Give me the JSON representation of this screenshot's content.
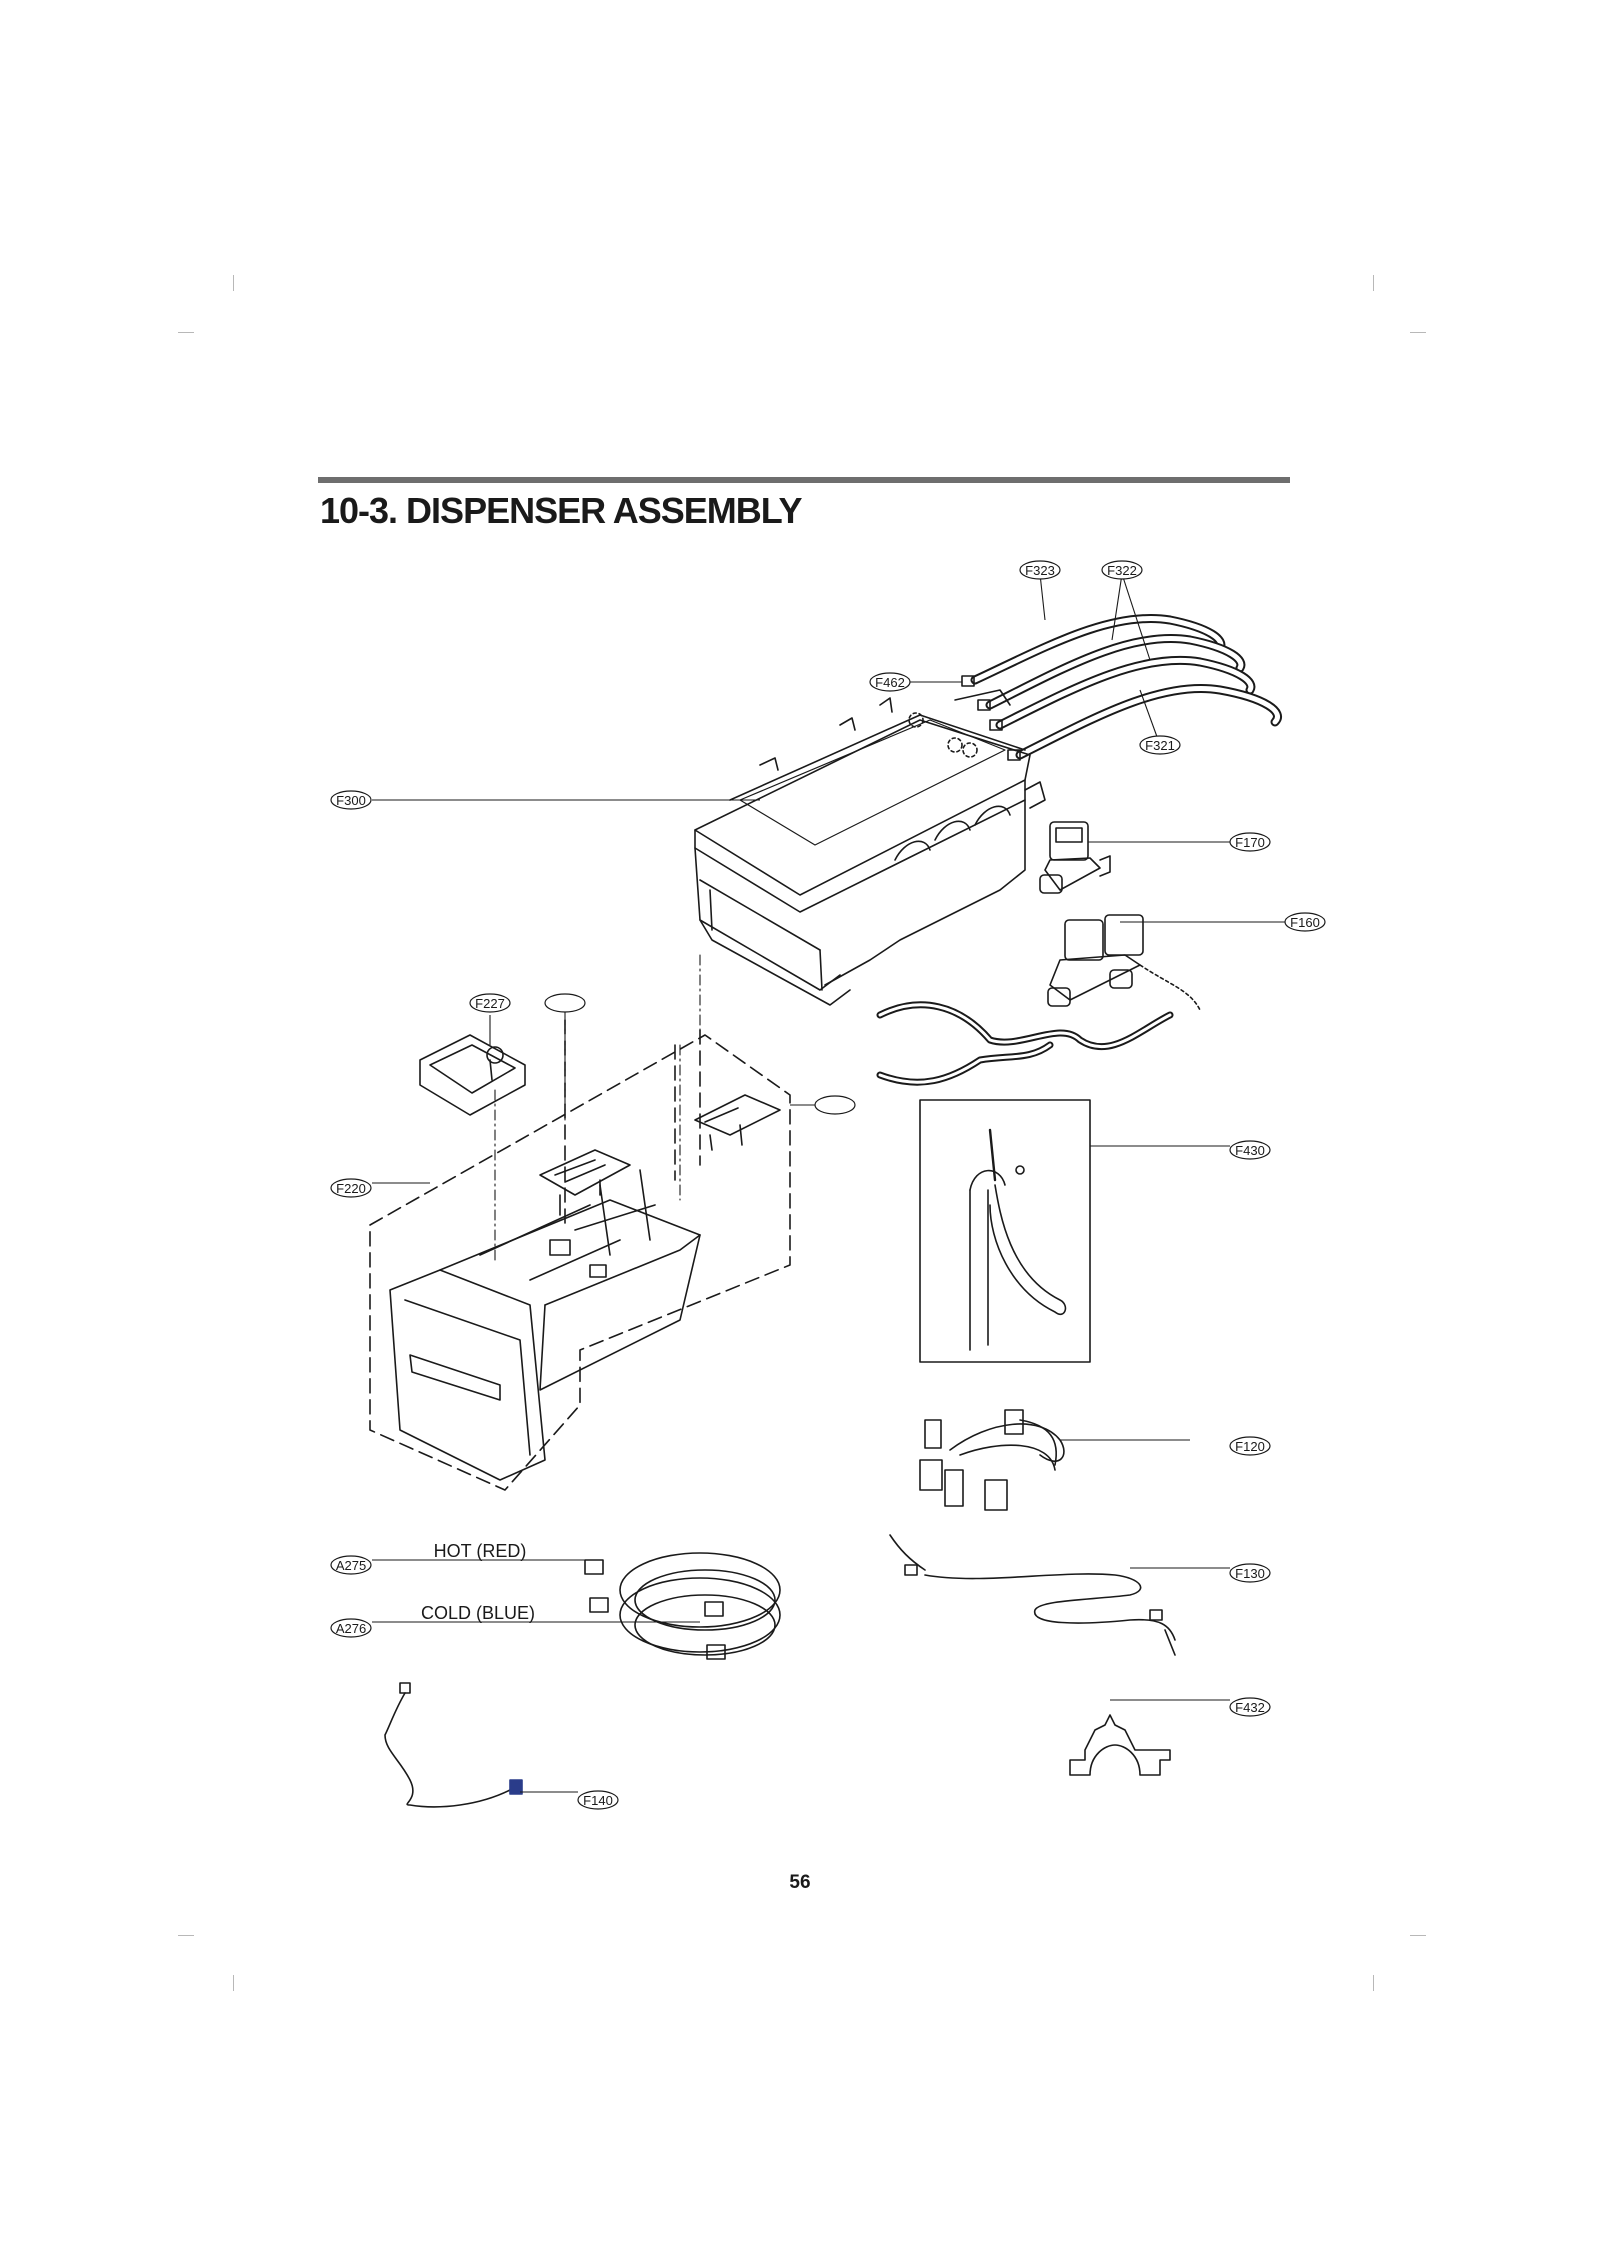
{
  "section_title": "10-3.  DISPENSER ASSEMBLY",
  "page_number": "56",
  "callouts": {
    "f323": "F323",
    "f322": "F322",
    "f462": "F462",
    "f321": "F321",
    "f300": "F300",
    "f170": "F170",
    "f160": "F160",
    "f227": "F227",
    "f220": "F220",
    "f430": "F430",
    "f120": "F120",
    "f130": "F130",
    "f432": "F432",
    "a275": "A275",
    "a276": "A276",
    "f140": "F140"
  },
  "hose_labels": {
    "hot": "HOT (RED)",
    "cold": "COLD (BLUE)"
  }
}
